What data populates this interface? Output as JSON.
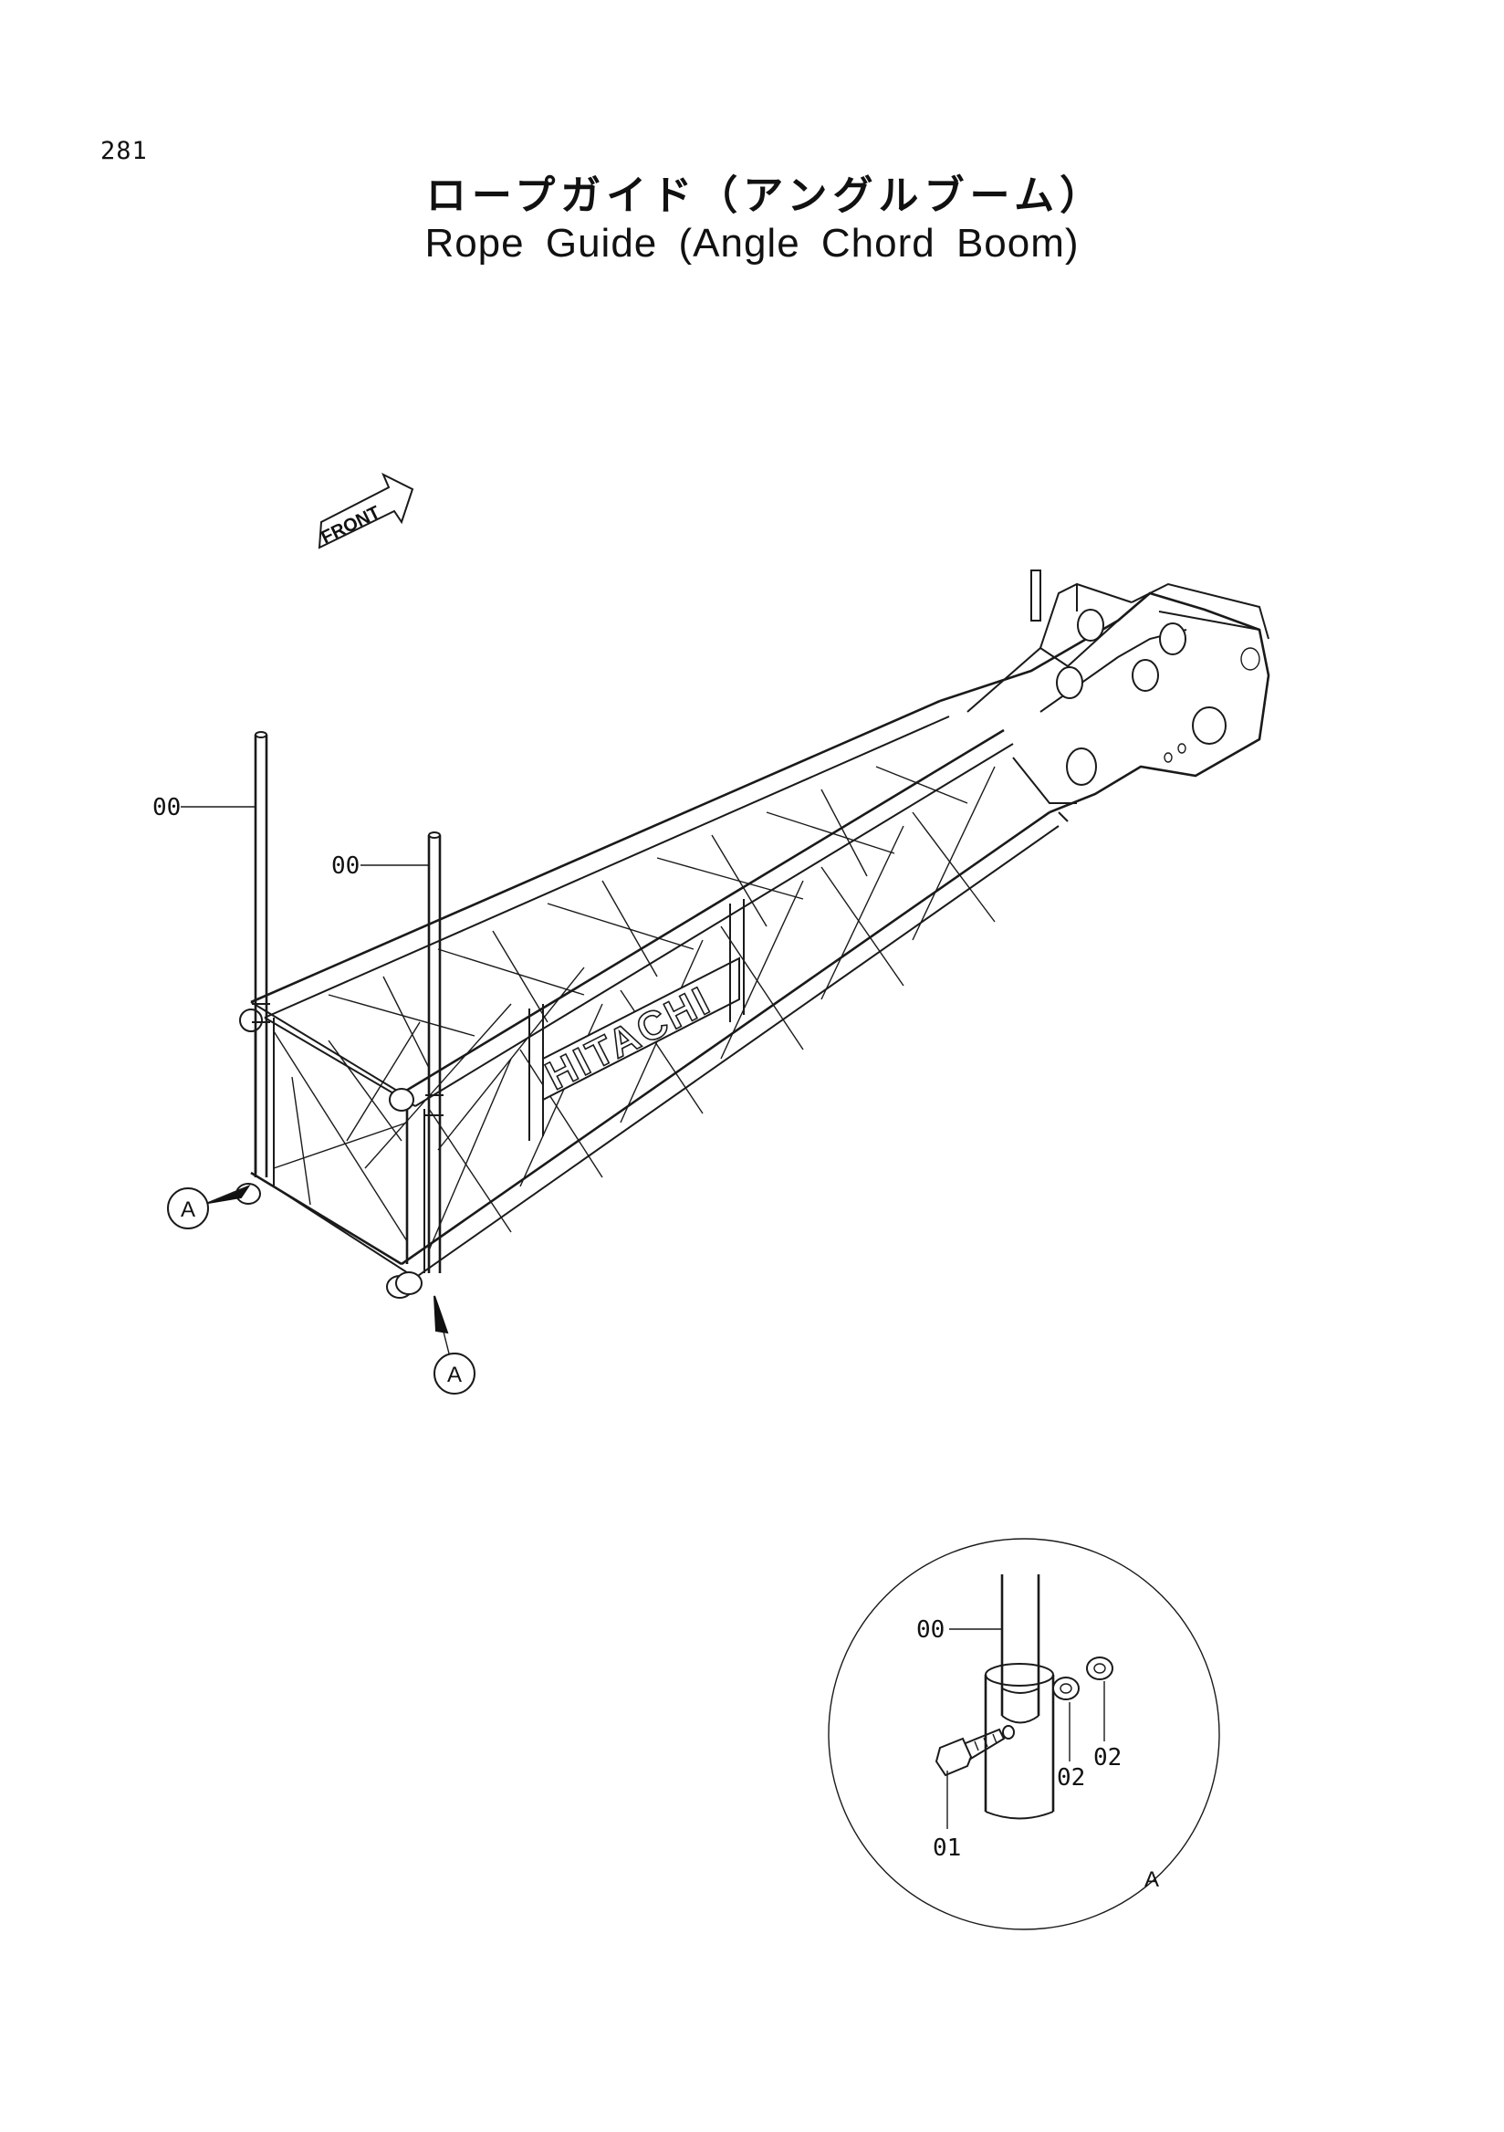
{
  "page": {
    "number": "281",
    "title_jp": "ロープガイド（アングルブーム）",
    "title_en": "Rope Guide (Angle Chord Boom)"
  },
  "diagram": {
    "front_label": "FRONT",
    "brand_label": "HITACHI",
    "callouts": {
      "part_00_a": "00",
      "part_00_b": "00",
      "part_00_detail": "00",
      "part_01": "01",
      "part_02_a": "02",
      "part_02_b": "02"
    },
    "view_refs": {
      "ref_a_left": "A",
      "ref_a_bottom": "A",
      "detail_tag": "A"
    }
  }
}
